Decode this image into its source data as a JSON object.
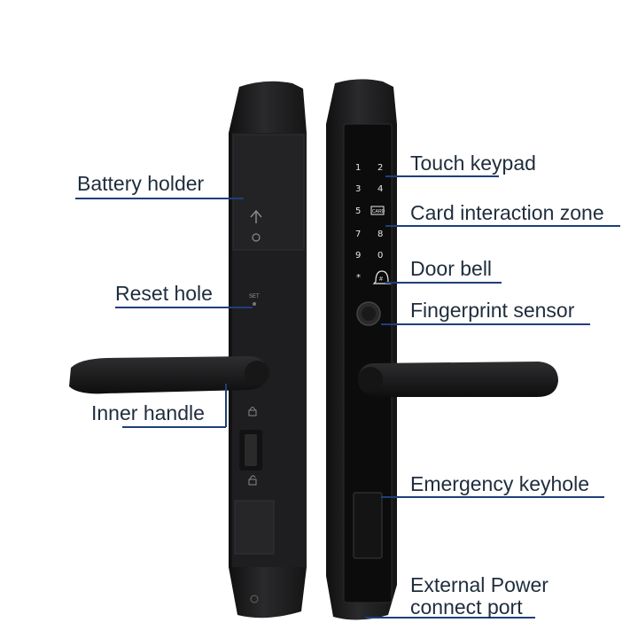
{
  "labels": {
    "battery_holder": "Battery holder",
    "reset_hole": "Reset hole",
    "inner_handle": "Inner handle",
    "touch_keypad": "Touch keypad",
    "card_zone": "Card interaction zone",
    "door_bell": "Door bell",
    "fingerprint_sensor": "Fingerprint sensor",
    "emergency_keyhole": "Emergency keyhole",
    "external_power_line1": "External Power",
    "external_power_line2": "connect port"
  },
  "inner_panel": {
    "set_mark": "SET"
  },
  "keypad": {
    "keys": [
      "1",
      "2",
      "3",
      "4",
      "5",
      "CARD",
      "7",
      "8",
      "9",
      "0",
      "*",
      "#"
    ]
  },
  "colors": {
    "lock_body": "#1b1b1c",
    "leader_line": "#1f3f7a",
    "label_text": "#1f2d3d"
  }
}
